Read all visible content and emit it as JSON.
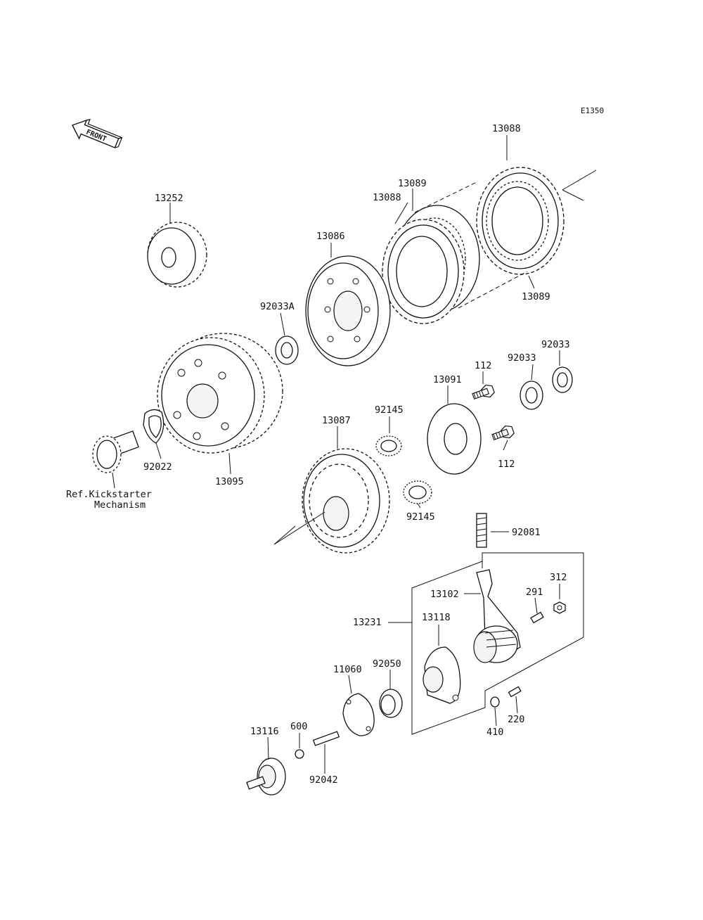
{
  "diagram_code": "E1350",
  "front_arrow_text": "FRONT",
  "reference_note": {
    "line1": "Ref.Kickstarter",
    "line2": "Mechanism"
  },
  "part_labels": {
    "p13088_top": "13088",
    "p13089_top": "13089",
    "p13088_mid": "13088",
    "p13089_right": "13089",
    "p13252": "13252",
    "p13086": "13086",
    "p92033A": "92033A",
    "p92033_a": "92033",
    "p92033_b": "92033",
    "p112_top": "112",
    "p112_bot": "112",
    "p13091": "13091",
    "p92145_top": "92145",
    "p92145_bot": "92145",
    "p13087": "13087",
    "p92022": "92022",
    "p13095": "13095",
    "p92081": "92081",
    "p312": "312",
    "p13102": "13102",
    "p291": "291",
    "p13231": "13231",
    "p13118": "13118",
    "p11060": "11060",
    "p92050": "92050",
    "p220": "220",
    "p410": "410",
    "p13116": "13116",
    "p600": "600",
    "p92042": "92042"
  }
}
